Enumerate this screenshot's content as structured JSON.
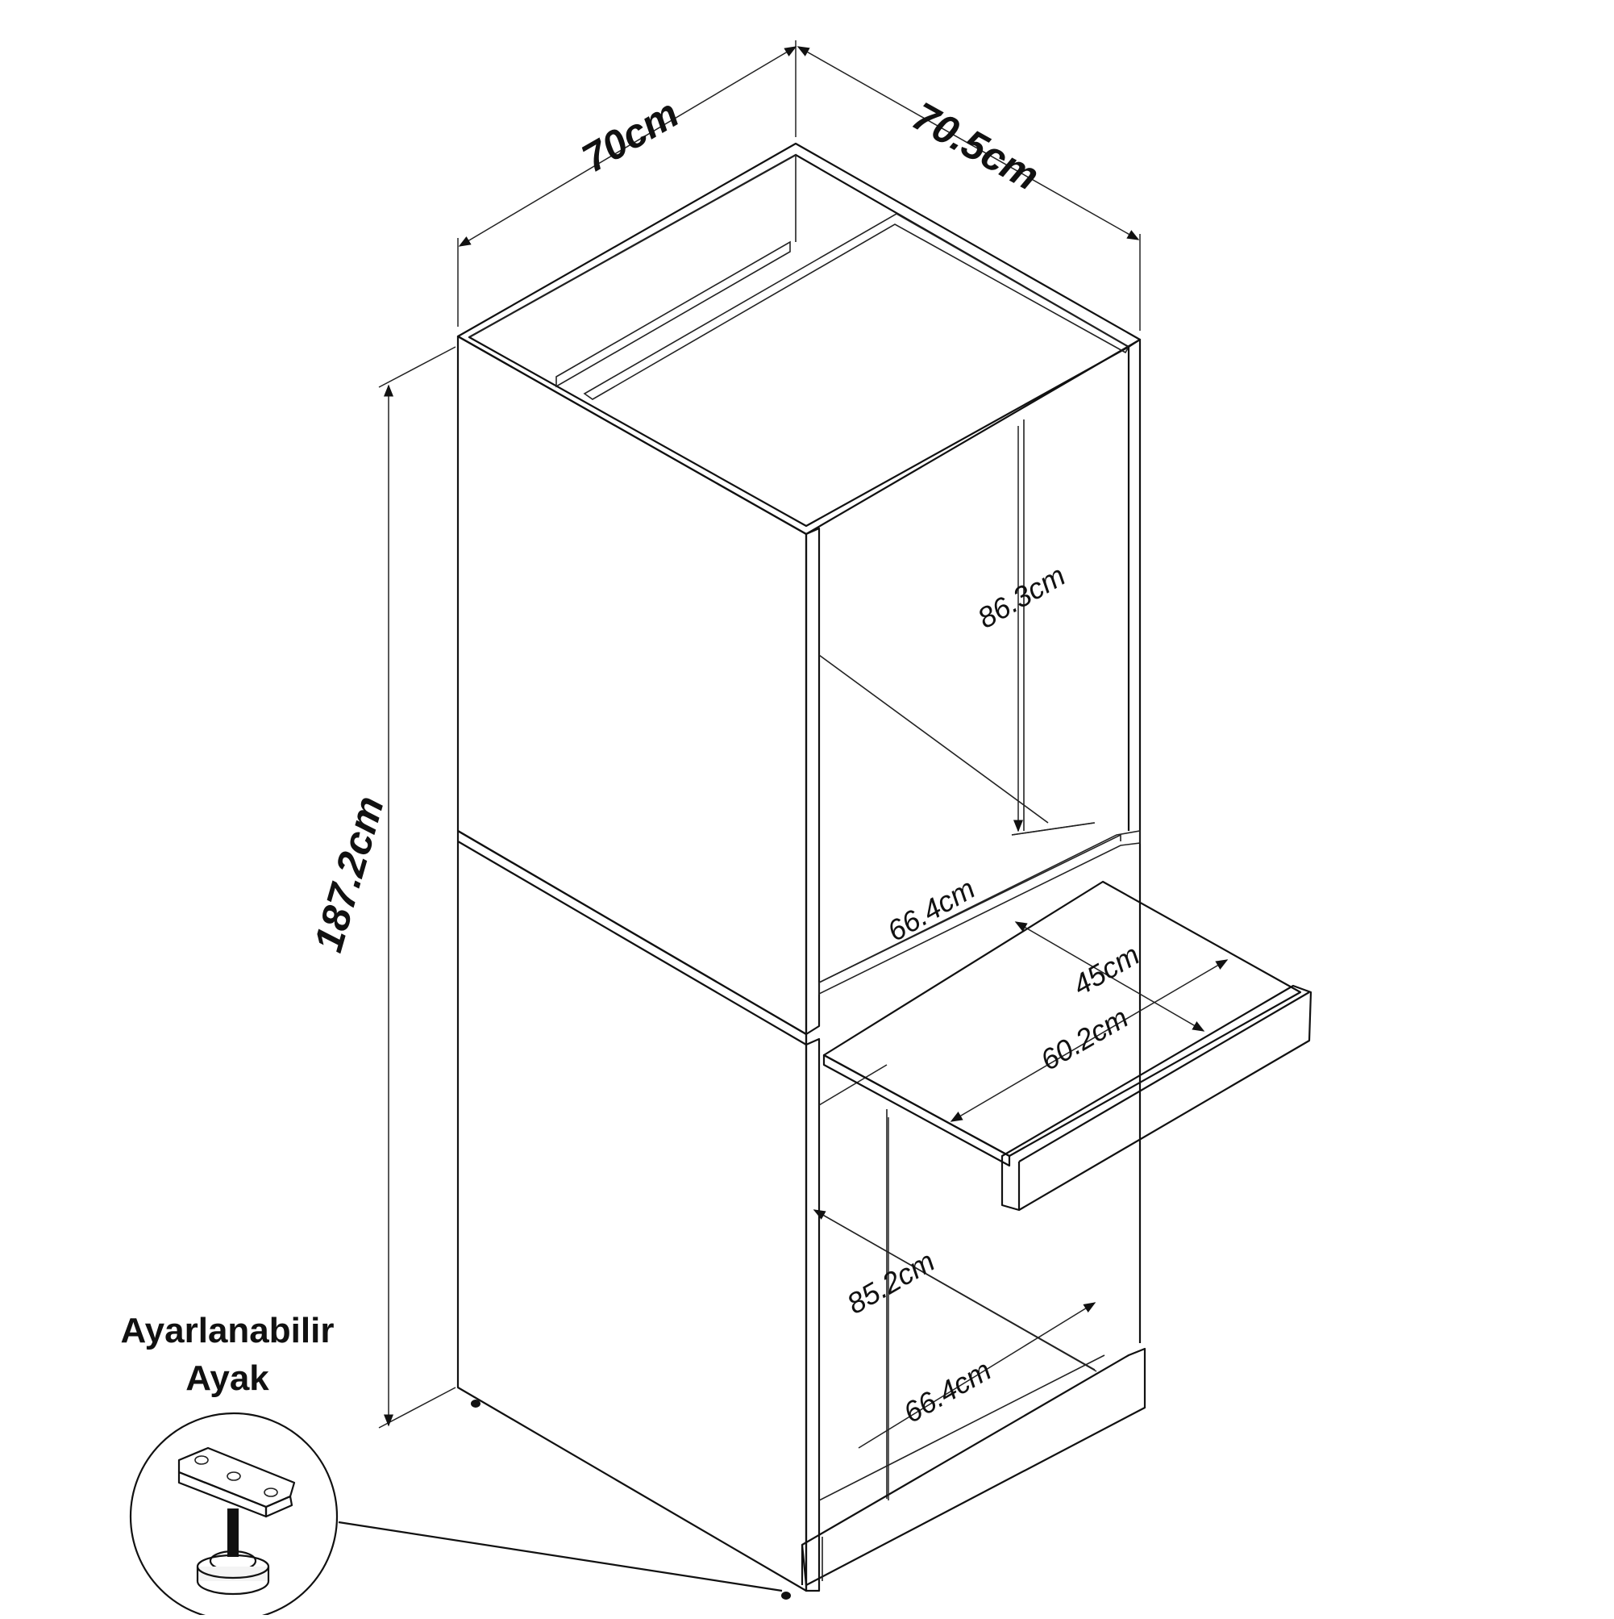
{
  "dimensions": {
    "width": "70cm",
    "depth": "70.5cm",
    "height": "187.2cm",
    "upper_inner_height": "86.3cm",
    "upper_inner_width": "66.4cm",
    "shelf_depth": "45cm",
    "shelf_width": "60.2cm",
    "lower_inner_height": "85.2cm",
    "lower_inner_width": "66.4cm"
  },
  "caption": {
    "line1": "Ayarlanabilir",
    "line2": "Ayak"
  }
}
